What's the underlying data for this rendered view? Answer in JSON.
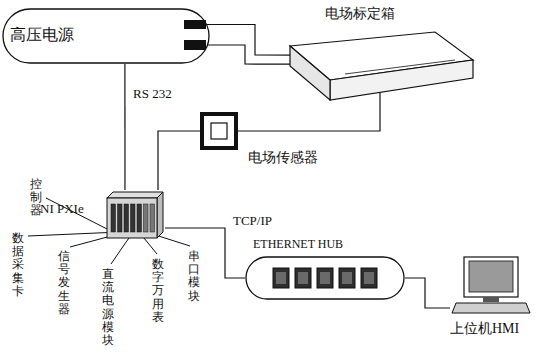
{
  "diagram": {
    "nodes": [
      {
        "text": [
          "高压电源"
        ]
      },
      {
        "text": [
          "电场标定箱"
        ]
      },
      {
        "text": [
          "电场传感器"
        ]
      },
      {
        "text": [
          "NI PXIe"
        ]
      },
      {
        "text": [
          "ETHERNET HUB"
        ]
      },
      {
        "text": [
          "上位机HMI"
        ]
      }
    ],
    "edges": [
      {
        "from": 0,
        "to": 1,
        "arrow": "none"
      },
      {
        "from": 0,
        "to": 1,
        "arrow": "none"
      },
      {
        "from": 0,
        "to": 3,
        "label": "RS 232",
        "arrow": "none"
      },
      {
        "from": 3,
        "to": 2,
        "arrow": "none"
      },
      {
        "from": 2,
        "to": 1,
        "arrow": "none"
      },
      {
        "from": 3,
        "to": 4,
        "label": "TCP/IP",
        "arrow": "none"
      },
      {
        "from": 4,
        "to": 5,
        "arrow": "none"
      }
    ],
    "labels": [
      "控制器",
      "数据采集卡",
      "信号发生器",
      "直流电源模块",
      "数字万用表",
      "串口模块"
    ]
  }
}
